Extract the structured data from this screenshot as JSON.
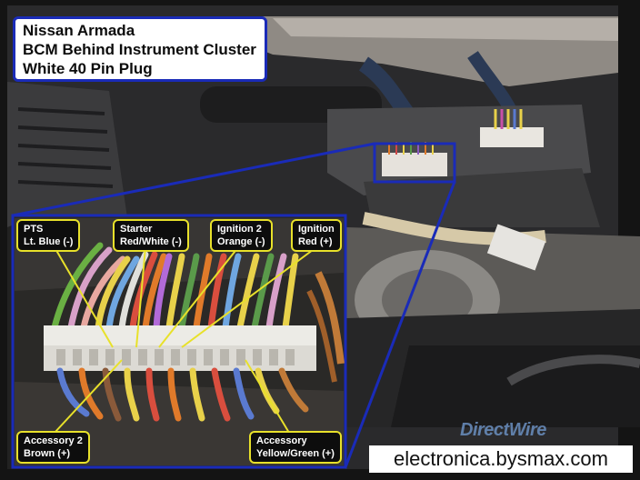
{
  "title_box": {
    "lines": [
      "Nissan Armada",
      "BCM Behind Instrument Cluster",
      "White 40 Pin Plug"
    ]
  },
  "labels": {
    "pts": {
      "line1": "PTS",
      "line2": "Lt. Blue (-)"
    },
    "starter": {
      "line1": "Starter",
      "line2": "Red/White (-)"
    },
    "ignition2": {
      "line1": "Ignition 2",
      "line2": "Orange (-)"
    },
    "ignition": {
      "line1": "Ignition",
      "line2": "Red (+)"
    },
    "accessory2": {
      "line1": "Accessory 2",
      "line2": "Brown (+)"
    },
    "accessory": {
      "line1": "Accessory",
      "line2": "Yellow/Green (+)"
    }
  },
  "logo": {
    "text": "DirectWire"
  },
  "watermark": {
    "text": "electronica.bysmax.com"
  },
  "colors": {
    "callout_border": "#1a2bb8",
    "label_border": "#e8e12a",
    "pointer_line": "#e8e12a"
  }
}
